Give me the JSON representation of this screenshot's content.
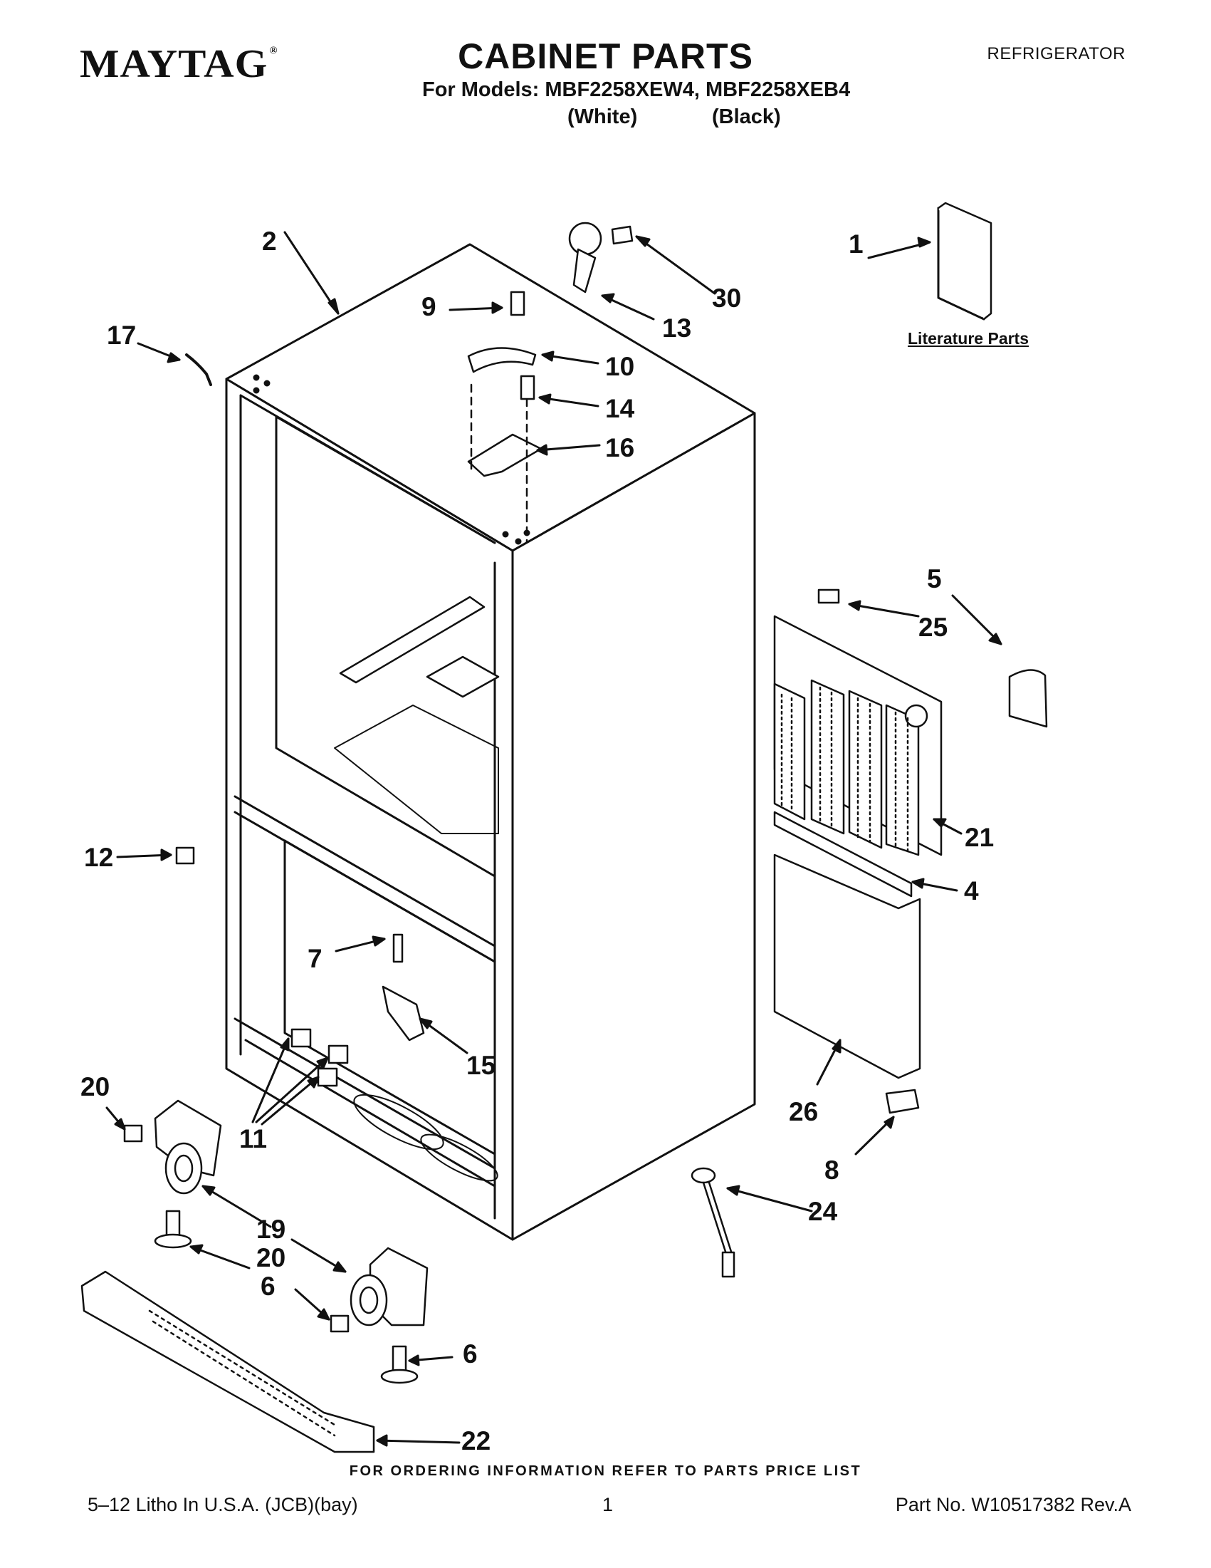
{
  "header": {
    "brand": "MAYTAG",
    "brand_mark": "®",
    "title": "CABINET PARTS",
    "doc_type": "REFRIGERATOR",
    "models_line": "For Models: MBF2258XEW4, MBF2258XEB4",
    "variant_white": "(White)",
    "variant_black": "(Black)"
  },
  "diagram": {
    "callouts": [
      "1",
      "2",
      "4",
      "5",
      "6",
      "6",
      "7",
      "8",
      "9",
      "10",
      "11",
      "12",
      "13",
      "14",
      "15",
      "16",
      "17",
      "19",
      "20",
      "20",
      "21",
      "22",
      "24",
      "25",
      "26",
      "30"
    ],
    "literature_label": "Literature Parts"
  },
  "footer": {
    "ordering_note": "FOR ORDERING INFORMATION REFER TO PARTS PRICE LIST",
    "litho": "5–12 Litho In U.S.A. (JCB)(bay)",
    "page": "1",
    "part_no": "Part No. W10517382 Rev.A"
  }
}
